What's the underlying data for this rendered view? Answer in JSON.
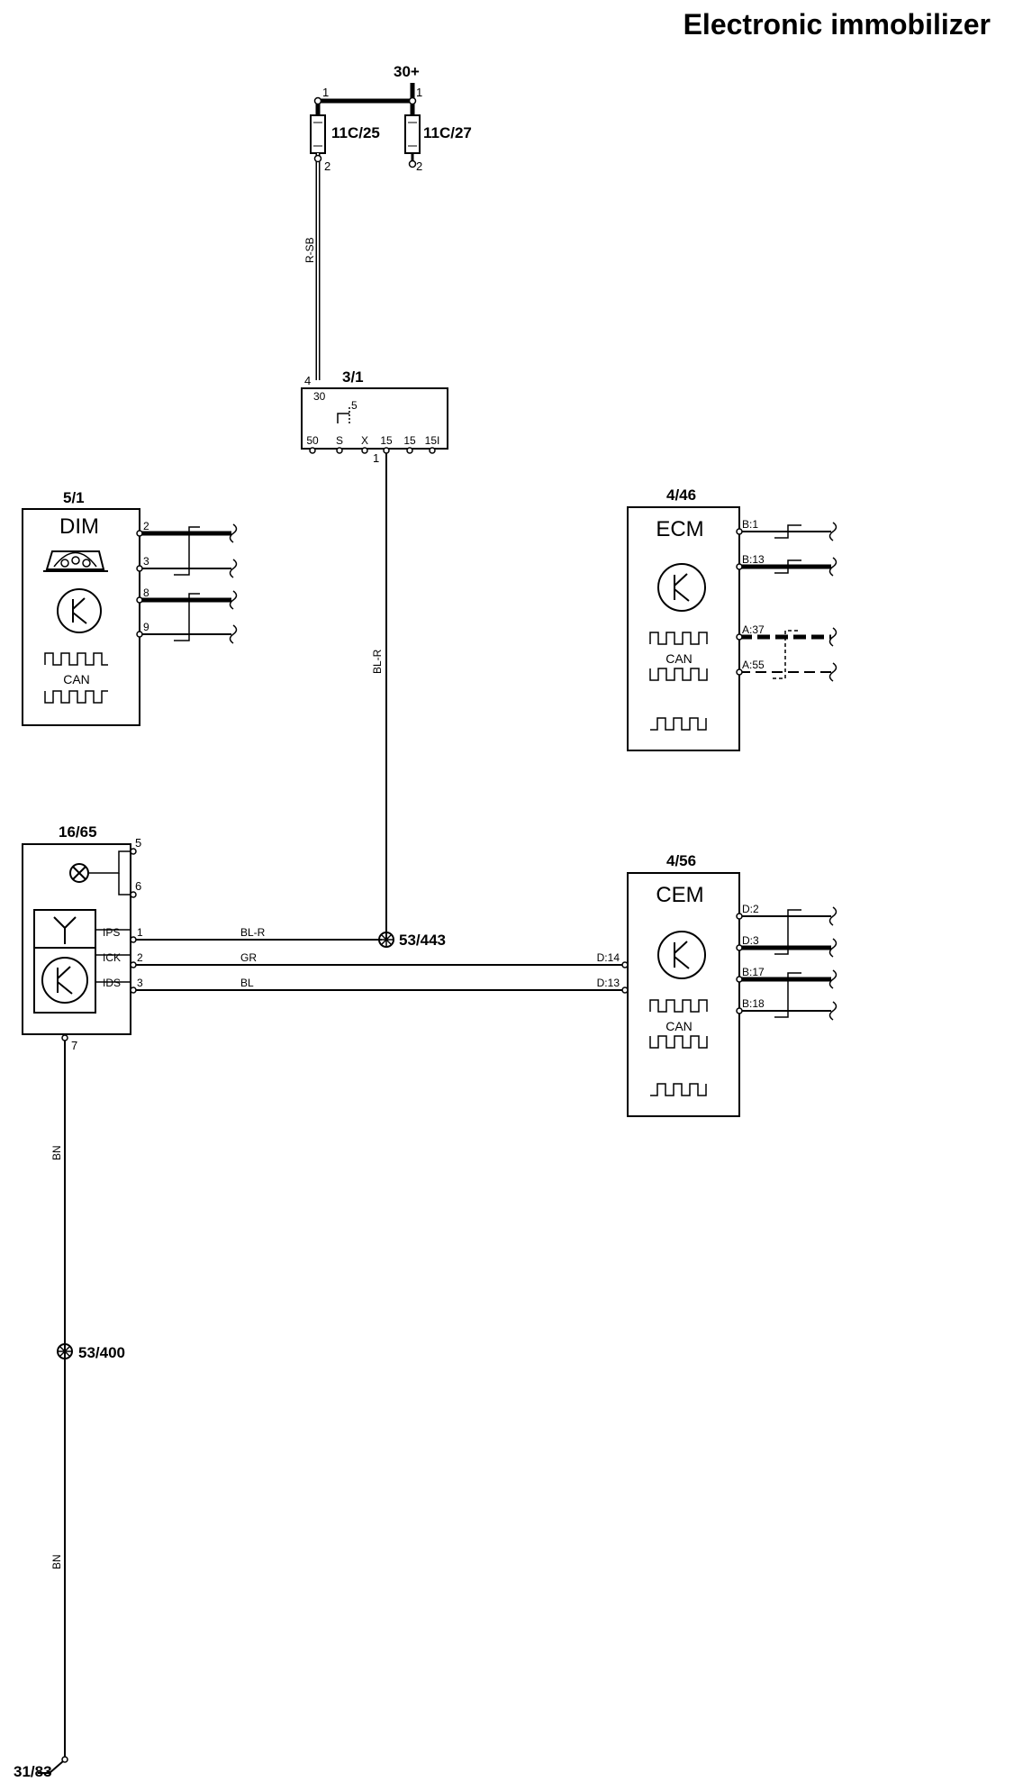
{
  "title": "Electronic immobilizer",
  "supply": {
    "terminal": "30+",
    "fuse_a": {
      "id": "11C/25",
      "pin_in": "1",
      "pin_out": "2"
    },
    "fuse_b": {
      "id": "11C/27",
      "pin_in": "1",
      "pin_out": "2"
    },
    "wire_color": "R-SB"
  },
  "ignition_switch": {
    "id": "3/1",
    "pin_in": "4",
    "in_terminal": "30",
    "contact_label": "5",
    "terminals": [
      "50",
      "S",
      "X",
      "15",
      "15",
      "15I"
    ],
    "pin_out": "1",
    "out_wire_color": "BL-R"
  },
  "dim": {
    "id": "5/1",
    "name": "DIM",
    "pins": [
      "2",
      "3",
      "8",
      "9"
    ],
    "can_label": "CAN"
  },
  "ecm": {
    "id": "4/46",
    "name": "ECM",
    "pins": [
      "B:1",
      "B:13",
      "A:37",
      "A:55"
    ],
    "can_label": "CAN"
  },
  "immobilizer": {
    "id": "16/65",
    "lamp_pins": [
      "5",
      "6"
    ],
    "signals": [
      {
        "name": "IPS",
        "pin": "1",
        "wire": "BL-R"
      },
      {
        "name": "ICK",
        "pin": "2",
        "wire": "GR"
      },
      {
        "name": "IDS",
        "pin": "3",
        "wire": "BL"
      }
    ],
    "ground_pin": "7"
  },
  "cem": {
    "id": "4/56",
    "name": "CEM",
    "input_pins": [
      "D:14",
      "D:13"
    ],
    "pins": [
      "D:2",
      "D:3",
      "B:17",
      "B:18"
    ],
    "can_label": "CAN"
  },
  "splices": [
    "53/443",
    "53/400"
  ],
  "ground_wire": "BN",
  "ground_point": "31/83"
}
